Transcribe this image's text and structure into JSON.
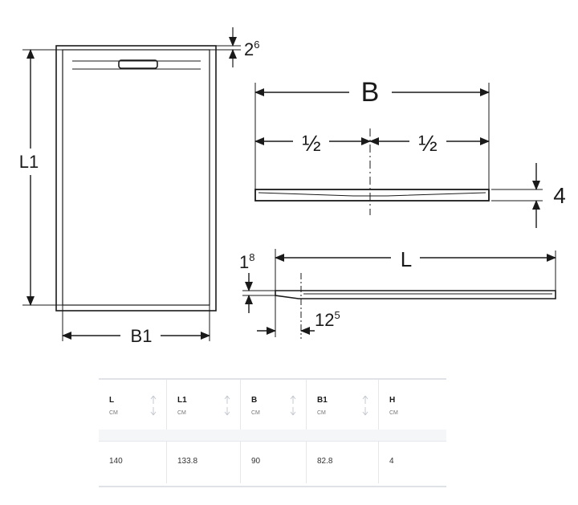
{
  "diagram": {
    "top_view": {
      "dim_length": "L1",
      "dim_width": "B1",
      "dim_edge_base": "2",
      "dim_edge_sup": "6"
    },
    "front_view": {
      "dim_width": "B",
      "dim_half_left": "½",
      "dim_half_right": "½",
      "dim_height": "4"
    },
    "side_view": {
      "dim_length": "L",
      "dim_lip_base": "1",
      "dim_lip_sup": "8",
      "dim_drain_base": "12",
      "dim_drain_sup": "5"
    }
  },
  "table": {
    "columns": [
      {
        "label": "L",
        "unit": "CM"
      },
      {
        "label": "L1",
        "unit": "CM"
      },
      {
        "label": "B",
        "unit": "CM"
      },
      {
        "label": "B1",
        "unit": "CM"
      },
      {
        "label": "H",
        "unit": "CM"
      }
    ],
    "rows": [
      [
        "140",
        "133.8",
        "90",
        "82.8",
        "4"
      ]
    ]
  },
  "colors": {
    "line": "#1a1a1a",
    "table_border": "#dfe3e8",
    "table_band": "#f4f6f8"
  }
}
